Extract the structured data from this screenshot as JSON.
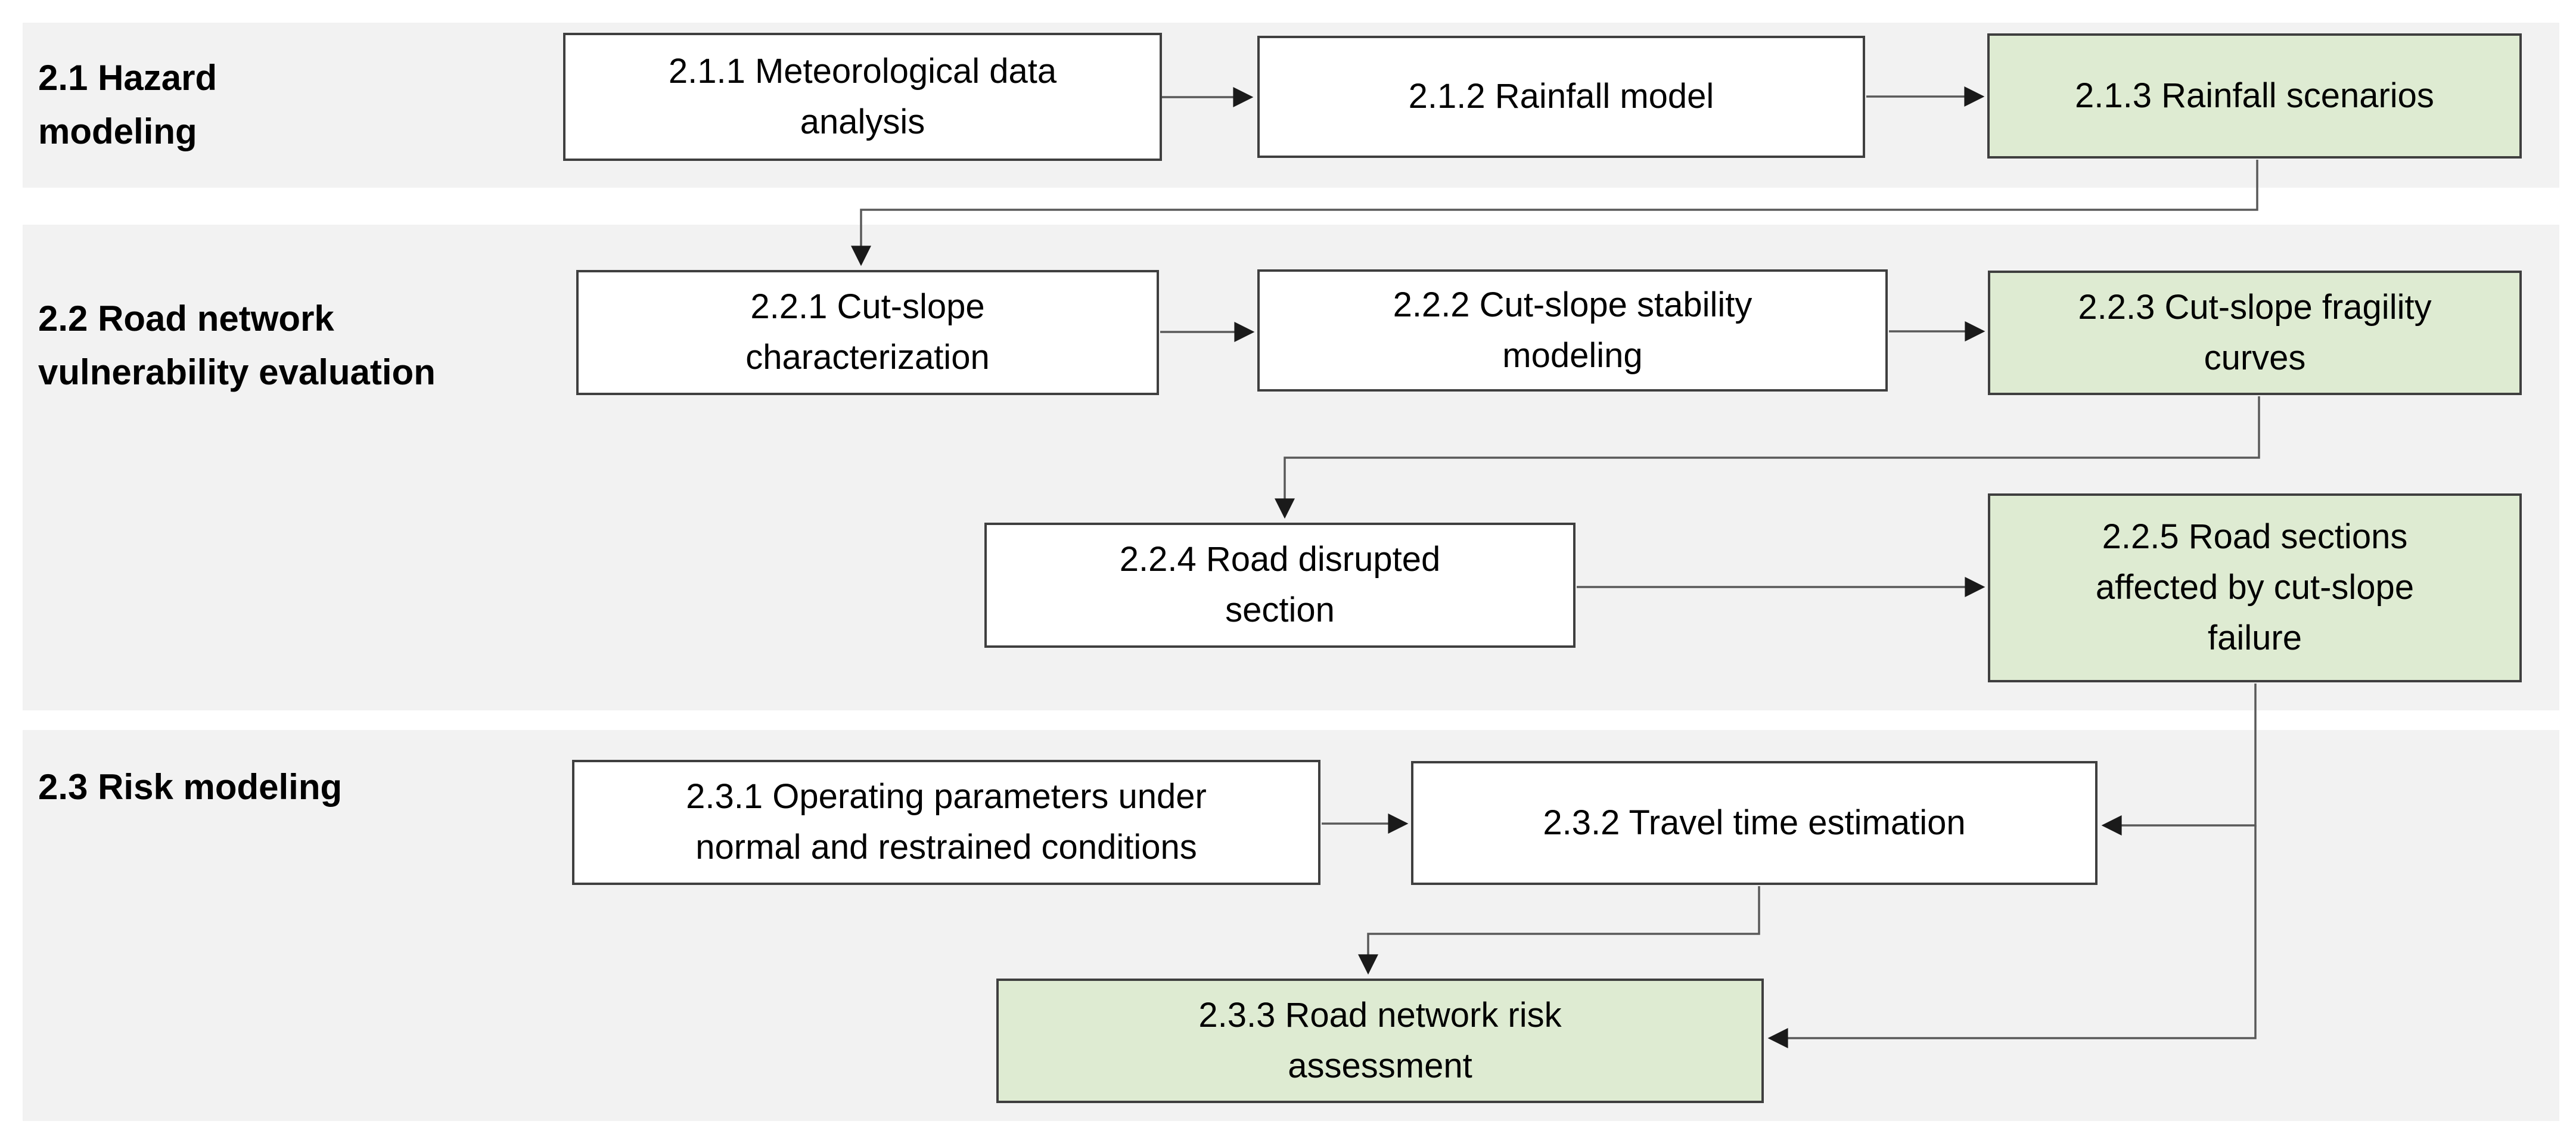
{
  "diagram_type": "methodology-flowchart",
  "colors": {
    "band_background": "#f2f2f2",
    "process_fill": "#ffffff",
    "output_fill": "#deebd2",
    "box_border": "#3f3f3f",
    "connector_line": "#595959",
    "arrowhead": "#1a1a1a",
    "text": "#000000"
  },
  "sections": {
    "s21": {
      "label": "2.1 Hazard\nmodeling"
    },
    "s22": {
      "label": "2.2 Road network\nvulnerability evaluation"
    },
    "s23": {
      "label": "2.3 Risk modeling"
    }
  },
  "nodes": {
    "n211": {
      "label": "2.1.1 Meteorological data\nanalysis",
      "type": "process",
      "section": "2.1"
    },
    "n212": {
      "label": "2.1.2 Rainfall model",
      "type": "process",
      "section": "2.1"
    },
    "n213": {
      "label": "2.1.3 Rainfall scenarios",
      "type": "output",
      "section": "2.1"
    },
    "n221": {
      "label": "2.2.1 Cut-slope\ncharacterization",
      "type": "process",
      "section": "2.2"
    },
    "n222": {
      "label": "2.2.2 Cut-slope stability\nmodeling",
      "type": "process",
      "section": "2.2"
    },
    "n223": {
      "label": "2.2.3 Cut-slope fragility\ncurves",
      "type": "output",
      "section": "2.2"
    },
    "n224": {
      "label": "2.2.4 Road disrupted\nsection",
      "type": "process",
      "section": "2.2"
    },
    "n225": {
      "label": "2.2.5 Road sections\naffected by cut-slope\nfailure",
      "type": "output",
      "section": "2.2"
    },
    "n231": {
      "label": "2.3.1 Operating parameters under\nnormal and restrained conditions",
      "type": "process",
      "section": "2.3"
    },
    "n232": {
      "label": "2.3.2 Travel time estimation",
      "type": "process",
      "section": "2.3"
    },
    "n233": {
      "label": "2.3.3 Road network risk\nassessment",
      "type": "output",
      "section": "2.3"
    }
  },
  "edges": [
    {
      "from": "n211",
      "to": "n212"
    },
    {
      "from": "n212",
      "to": "n213"
    },
    {
      "from": "n213",
      "to": "n221"
    },
    {
      "from": "n221",
      "to": "n222"
    },
    {
      "from": "n222",
      "to": "n223"
    },
    {
      "from": "n223",
      "to": "n224"
    },
    {
      "from": "n224",
      "to": "n225"
    },
    {
      "from": "n225",
      "to": "n232"
    },
    {
      "from": "n225",
      "to": "n233"
    },
    {
      "from": "n231",
      "to": "n232"
    },
    {
      "from": "n232",
      "to": "n233"
    }
  ]
}
